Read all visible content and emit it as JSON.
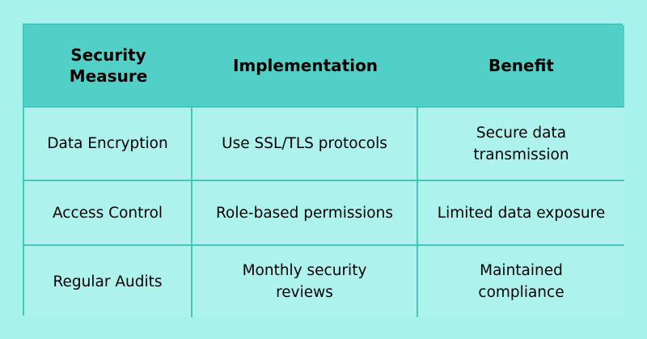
{
  "colors": {
    "page_background": "#a8f2ee",
    "header_background": "#52d0c8",
    "body_background": "#aef2ee",
    "border": "#45c6bd",
    "text": "#000000"
  },
  "table": {
    "headers": [
      "Security Measure",
      "Implementation",
      "Benefit"
    ],
    "rows": [
      [
        "Data Encryption",
        "Use SSL/TLS protocols",
        "Secure data transmission"
      ],
      [
        "Access Control",
        "Role-based permissions",
        "Limited data exposure"
      ],
      [
        "Regular Audits",
        "Monthly security reviews",
        "Maintained compliance"
      ]
    ]
  }
}
